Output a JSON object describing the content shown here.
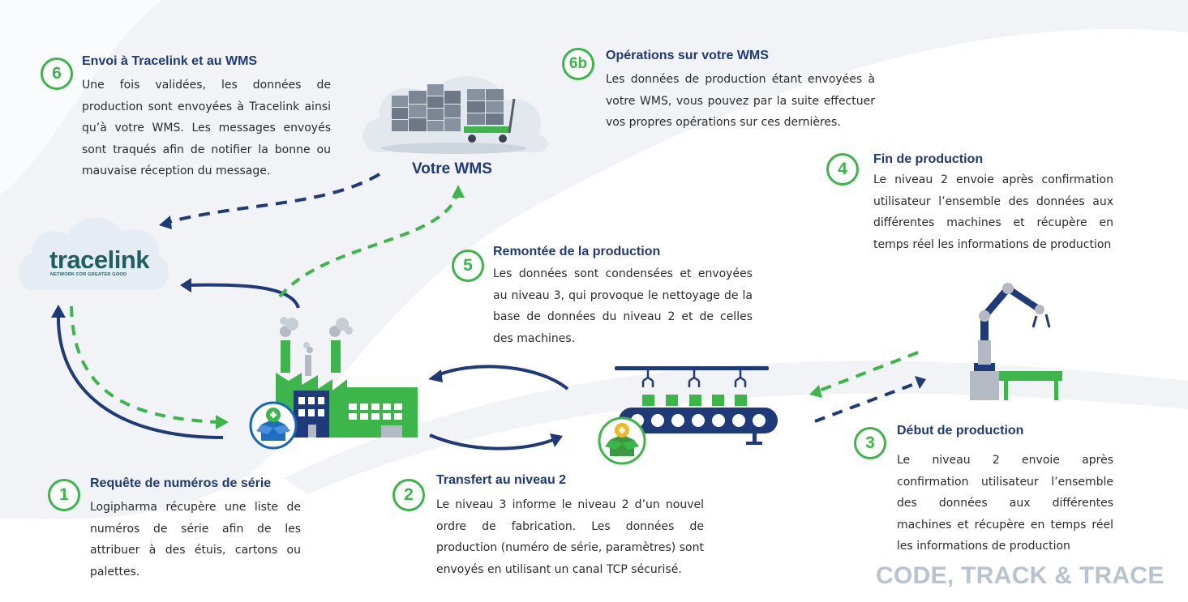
{
  "steps": [
    {
      "id": "6",
      "title": "Envoi à Tracelink et au WMS",
      "desc": "Une fois validées, les données de production sont envoyées à Tracelink ainsi qu’à votre WMS. Les messages envoyés sont traqués afin de notifier la bonne ou mauvaise réception du message."
    },
    {
      "id": "6b",
      "title": "Opérations sur votre WMS",
      "desc": "Les données de production étant envoyées à votre WMS, vous pouvez par la suite effectuer vos propres opérations sur ces dernières."
    },
    {
      "id": "4",
      "title": "Fin de production",
      "desc": "Le niveau 2 envoie après confirmation utilisateur l’ensemble des données aux différentes machines et récupère en temps réel les informations de production"
    },
    {
      "id": "5",
      "title": "Remontée de la production",
      "desc": "Les données sont condensées et envoyées au niveau 3, qui provoque le nettoyage de la base de données du niveau 2 et de celles des machines."
    },
    {
      "id": "1",
      "title": "Requête de numéros de série",
      "desc": "Logipharma récupère une liste de numéros de série afin de les attribuer à des étuis, cartons ou palettes."
    },
    {
      "id": "2",
      "title": "Transfert au niveau 2",
      "desc": "Le niveau 3 informe le niveau 2 d’un nouvel ordre de fabrication. Les données de production (numéro de série, paramètres) sont envoyés en utilisant un canal TCP sécurisé."
    },
    {
      "id": "3",
      "title": "Début de production",
      "desc": "Le niveau 2 envoie après confirmation utilisateur l’ensemble des données aux différentes machines et récupère en temps réel les informations de production"
    }
  ],
  "wms_label": "Votre WMS",
  "tracelink": {
    "name": "tracelink",
    "tagline": "NETWORK FOR GREATER GOOD"
  },
  "brand": "CODE, TRACK & TRACE",
  "colors": {
    "navy": "#1e3a78",
    "green": "#3cb54a",
    "grey": "#b8c3cf",
    "swoosh": "#f0f2f6"
  },
  "icons": [
    "cloud-icon",
    "warehouse-boxes-icon",
    "factory-icon",
    "plus-box-icon",
    "conveyor-icon",
    "robot-arm-icon"
  ]
}
